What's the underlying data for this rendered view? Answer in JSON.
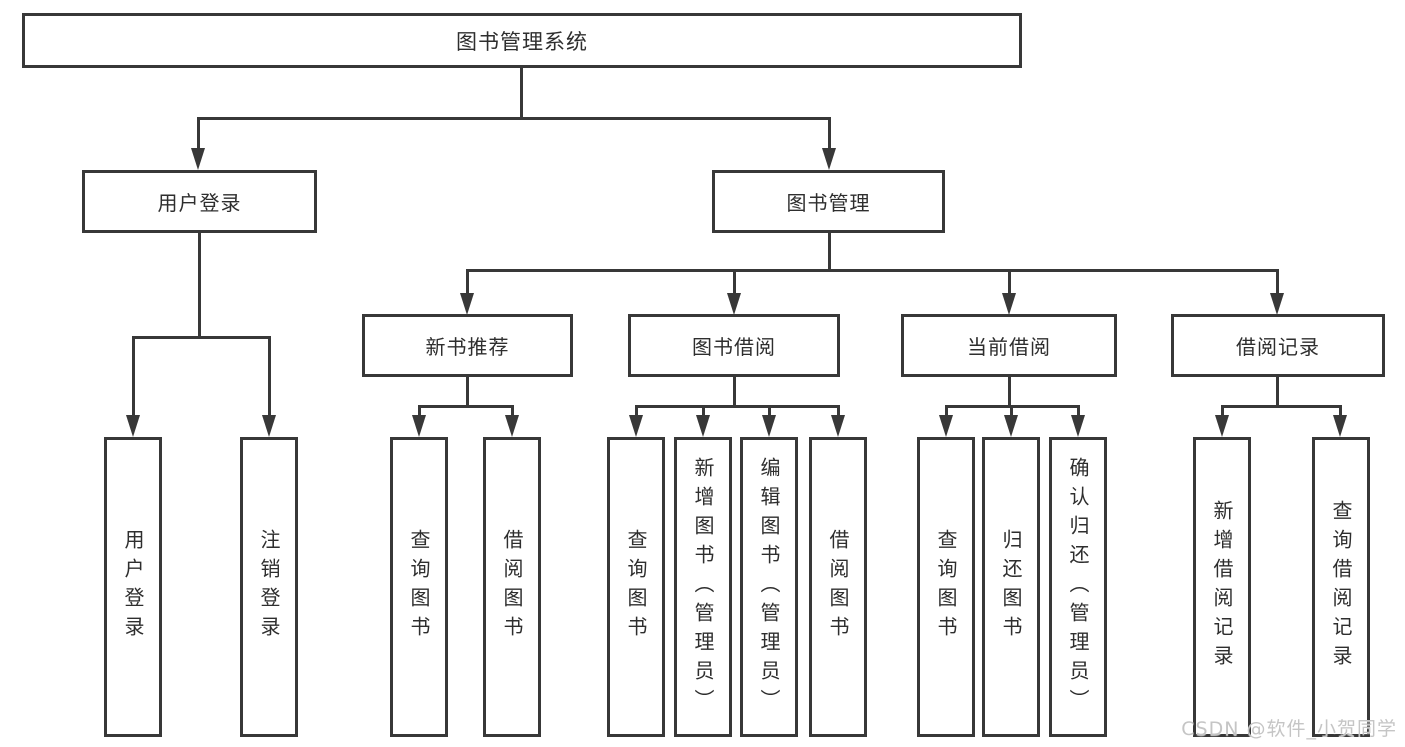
{
  "diagram": {
    "root": {
      "label": "图书管理系统"
    },
    "branches": [
      {
        "label": "用户登录",
        "leaves": [
          "用户登录",
          "注销登录"
        ]
      },
      {
        "label": "图书管理",
        "groups": [
          {
            "label": "新书推荐",
            "leaves": [
              "查询图书",
              "借阅图书"
            ]
          },
          {
            "label": "图书借阅",
            "leaves": [
              "查询图书",
              "新增图书（管理员）",
              "编辑图书（管理员）",
              "借阅图书"
            ]
          },
          {
            "label": "当前借阅",
            "leaves": [
              "查询图书",
              "归还图书",
              "确认归还（管理员）"
            ]
          },
          {
            "label": "借阅记录",
            "leaves": [
              "新增借阅记录",
              "查询借阅记录"
            ]
          }
        ]
      }
    ],
    "watermark": "CSDN @软件_小贺同学",
    "colors": {
      "line": "#383838",
      "text": "#2e2e2e",
      "background": "#ffffff",
      "watermark": "#c5c5c5"
    }
  }
}
